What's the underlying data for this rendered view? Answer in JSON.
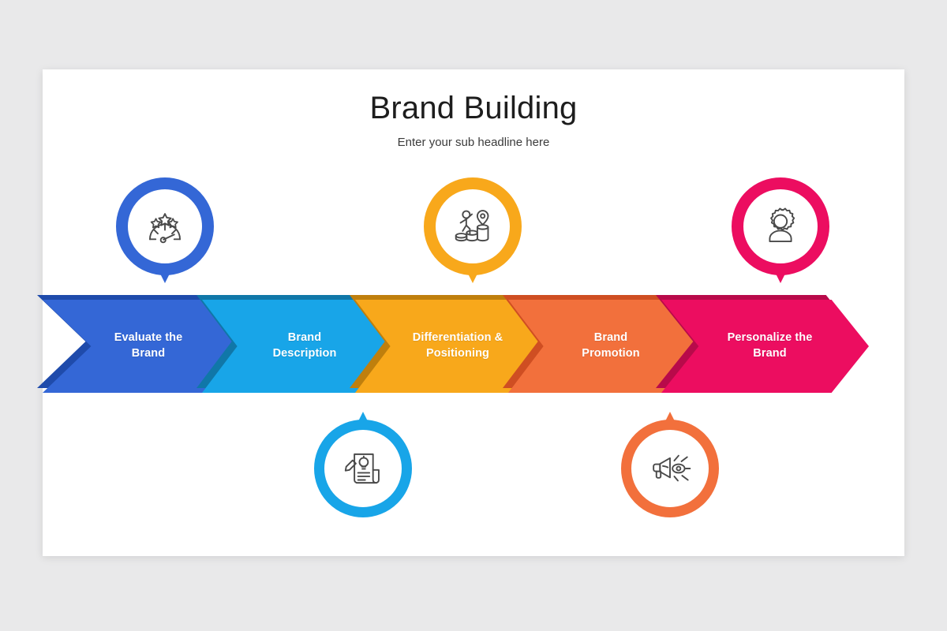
{
  "canvas": {
    "background_color": "#e9e9ea",
    "card_color": "#ffffff"
  },
  "header": {
    "title": "Brand Building",
    "subtitle": "Enter your sub headline here"
  },
  "steps": [
    {
      "index": 1,
      "label_line1": "Evaluate the",
      "label_line2": "Brand",
      "color": "#3467d6",
      "shadow_color": "#1f4bab",
      "icon": "rating-gauge-stars-icon",
      "marker_position": "above"
    },
    {
      "index": 2,
      "label_line1": "Brand",
      "label_line2": "Description",
      "color": "#18a5e8",
      "shadow_color": "#1077a8",
      "icon": "document-lightbulb-pencil-icon",
      "marker_position": "below"
    },
    {
      "index": 3,
      "label_line1": "Differentiation &",
      "label_line2": "Positioning",
      "color": "#f8a81b",
      "shadow_color": "#bf7f0d",
      "icon": "person-steps-location-pin-icon",
      "marker_position": "above"
    },
    {
      "index": 4,
      "label_line1": "Brand",
      "label_line2": "Promotion",
      "color": "#f2703c",
      "shadow_color": "#cf4e22",
      "icon": "megaphone-eye-icon",
      "marker_position": "below"
    },
    {
      "index": 5,
      "label_line1": "Personalize the",
      "label_line2": "Brand",
      "color": "#ec0d60",
      "shadow_color": "#b80a4a",
      "icon": "person-gear-icon",
      "marker_position": "above"
    }
  ]
}
